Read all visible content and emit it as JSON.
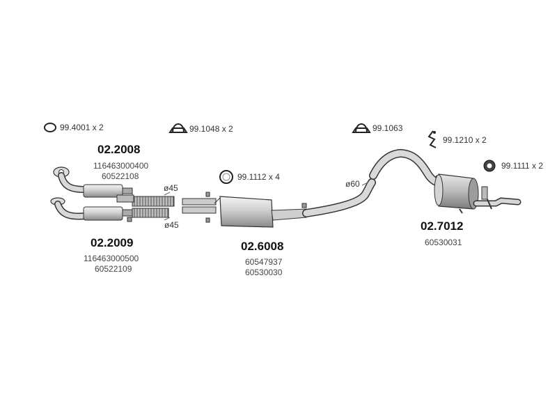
{
  "accessories": [
    {
      "label": "99.4001 x 2",
      "icon": "gasket-ring-icon"
    },
    {
      "label": "99.1048 x 2",
      "icon": "u-bolt-clamp-icon"
    },
    {
      "label": "99.1063",
      "icon": "u-bolt-clamp-icon"
    },
    {
      "label": "99.1210 x 2",
      "icon": "hanger-spring-icon"
    },
    {
      "label": "99.1112 x 4",
      "icon": "sealing-ring-icon"
    },
    {
      "label": "99.1111 x 2",
      "icon": "rubber-mount-icon"
    }
  ],
  "parts": [
    {
      "code": "02.2008",
      "numbers": [
        "116463000400",
        "60522108"
      ]
    },
    {
      "code": "02.2009",
      "numbers": [
        "116463000500",
        "60522109"
      ]
    },
    {
      "code": "02.6008",
      "numbers": [
        "60547937",
        "60530030"
      ]
    },
    {
      "code": "02.7012",
      "numbers": [
        "60530031"
      ]
    }
  ],
  "dimensions": [
    "ø45",
    "ø45",
    "ø60"
  ]
}
